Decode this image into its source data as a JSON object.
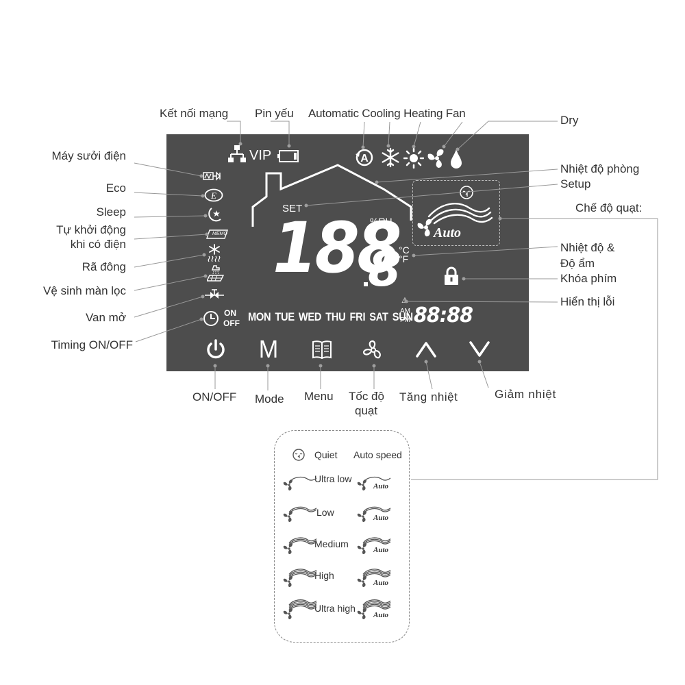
{
  "top_labels": {
    "network": "Kết nối mạng",
    "low_battery": "Pin yếu",
    "modes": "Automatic Cooling Heating Fan",
    "dry": "Dry"
  },
  "left_labels": [
    "Máy sưởi điện",
    "Eco",
    "Sleep",
    "Tự khởi động",
    "khi có điện",
    "Rã đông",
    "Vệ sinh màn lọc",
    "Van mở",
    "Timing ON/OFF"
  ],
  "right_labels": [
    "Nhiệt độ phòng",
    "Setup",
    "Chế độ quạt:",
    "Nhiệt độ &",
    "Độ ẩm",
    "Khóa phím",
    "Hiển thị lỗi"
  ],
  "bottom_labels": [
    "ON/OFF",
    "Mode",
    "Menu",
    "Tốc độ",
    "quạt",
    "Tăng nhiệt",
    "Giảm nhiệt"
  ],
  "lcd": {
    "vip": "VIP",
    "set": "SET",
    "main_digits": "188",
    "small_digit": "8",
    "humidity_unit": "%RH",
    "celsius": "°C",
    "fahrenheit": "°F",
    "auto": "Auto",
    "on": "ON",
    "off": "OFF",
    "am": "AM",
    "pm": "PM",
    "clock": "88:88",
    "memo": "MEMO",
    "warning": "⚠",
    "days": [
      "MON",
      "TUE",
      "WED",
      "THU",
      "FRI",
      "SAT",
      "SUN"
    ]
  },
  "buttons": {
    "mode": "M"
  },
  "fan_legend": {
    "quiet": "Quiet",
    "auto_speed": "Auto speed",
    "auto": "Auto",
    "rows": [
      "Ultra low",
      "Low",
      "Medium",
      "High",
      "Ultra high"
    ]
  },
  "colors": {
    "panel": "#4d4d4d",
    "lcd_text": "#ffffff",
    "label_text": "#333333",
    "connector": "#999999"
  }
}
